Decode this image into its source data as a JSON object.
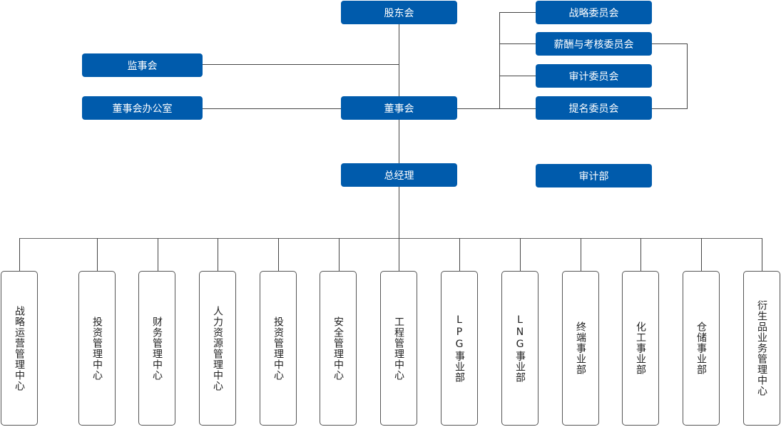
{
  "top": {
    "shareholders": "股东会",
    "supervisors": "监事会",
    "board_office": "董事会办公室",
    "board": "董事会",
    "gm": "总经理",
    "audit_dept": "审计部"
  },
  "committees": [
    {
      "label": "战略委员会"
    },
    {
      "label": "薪酬与考核委员会"
    },
    {
      "label": "审计委员会"
    },
    {
      "label": "提名委员会"
    }
  ],
  "departments": [
    {
      "label": "战略运营管理中心"
    },
    {
      "label": "投资管理中心"
    },
    {
      "label": "财务管理中心"
    },
    {
      "label": "人力资源管理中心"
    },
    {
      "label": "投资管理中心"
    },
    {
      "label": "安全管理中心"
    },
    {
      "label": "工程管理中心"
    },
    {
      "label": "LPG事业部"
    },
    {
      "label": "LNG事业部"
    },
    {
      "label": "终端事业部"
    },
    {
      "label": "化工事业部"
    },
    {
      "label": "仓储事业部"
    },
    {
      "label": "衍生品业务管理中心"
    }
  ],
  "colors": {
    "box_fill": "#005bac",
    "line": "#444444"
  }
}
